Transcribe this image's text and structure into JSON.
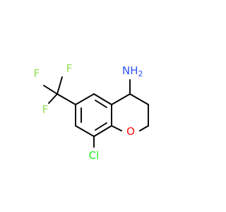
{
  "molecule": {
    "atoms": {
      "amine": {
        "label": "NH",
        "subscript": "2",
        "color": "#3050f8"
      },
      "oxygen": {
        "label": "O",
        "color": "#ff0d0d"
      },
      "chlorine": {
        "label": "Cl",
        "color": "#1ff01f"
      },
      "fluorine_1": {
        "label": "F",
        "color": "#90e050"
      },
      "fluorine_2": {
        "label": "F",
        "color": "#90e050"
      },
      "fluorine_3": {
        "label": "F",
        "color": "#90e050"
      }
    },
    "bond_color": "#000000"
  }
}
